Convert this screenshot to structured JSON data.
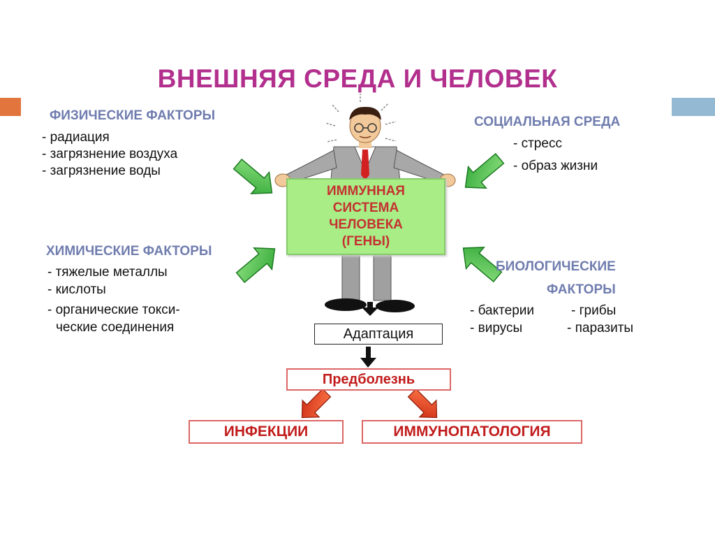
{
  "title": "ВНЕШНЯЯ СРЕДА И ЧЕЛОВЕК",
  "physical": {
    "heading": "ФИЗИЧЕСКИЕ ФАКТОРЫ",
    "items": [
      "- радиация",
      "- загрязнение воздуха",
      "- загрязнение воды"
    ]
  },
  "chemical": {
    "heading": "ХИМИЧЕСКИЕ ФАКТОРЫ",
    "items": [
      "- тяжелые металлы",
      "- кислоты",
      "- органические токси-",
      "ческие  соединения"
    ]
  },
  "social": {
    "heading": "СОЦИАЛЬНАЯ СРЕДА",
    "items": [
      "- стресс",
      "- образ жизни"
    ]
  },
  "biological": {
    "heading_line1": "БИОЛОГИЧЕСКИЕ",
    "heading_line2": "ФАКТОРЫ",
    "items": [
      "- бактерии",
      "- грибы",
      "- вирусы",
      "- паразиты"
    ]
  },
  "immune": {
    "lines": [
      "ИММУННАЯ",
      "СИСТЕМА",
      "ЧЕЛОВЕКА",
      "(ГЕНЫ)"
    ]
  },
  "adaptation": "Адаптация",
  "predisease": "Предболезнь",
  "infections": "ИНФЕКЦИИ",
  "immunopathology": "ИММУНОПАТОЛОГИЯ",
  "colors": {
    "title": "#b22f8d",
    "heading": "#6f7cae",
    "immune_box": "#a9ed86",
    "immune_text": "#c43131",
    "green_arrow": "#3fc443",
    "red_arrow": "#e03b1f"
  }
}
